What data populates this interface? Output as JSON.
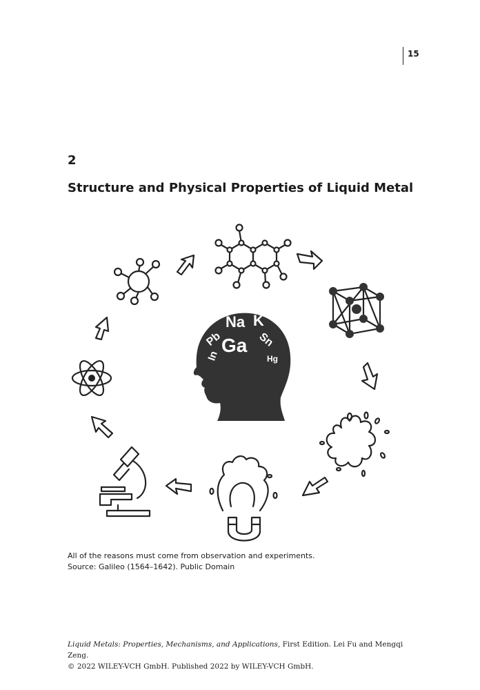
{
  "header": {
    "page_number": "15"
  },
  "chapter": {
    "number": "2",
    "title": "Structure and Physical Properties of Liquid Metal"
  },
  "figure": {
    "elements": [
      "Na",
      "K",
      "Pb",
      "Ga",
      "Sn",
      "In",
      "Hg"
    ],
    "caption_line1": "All of the reasons must come from observation and experiments.",
    "caption_line2": "Source: Galileo (1564–1642). Public Domain"
  },
  "footer": {
    "book_title": "Liquid Metals: Properties, Mechanisms, and Applications",
    "edition_authors": ", First Edition. Lei Fu and Mengqi Zeng.",
    "copyright": "© 2022 WILEY-VCH GmbH. Published 2022 by WILEY-VCH GmbH."
  }
}
